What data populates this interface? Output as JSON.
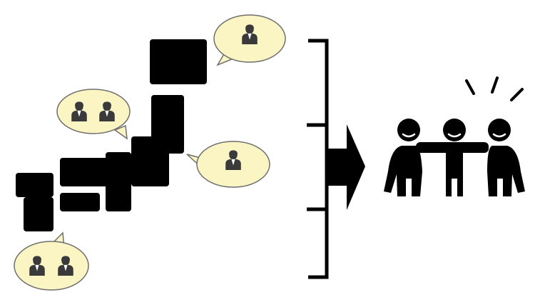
{
  "colors": {
    "background": "#ffffff",
    "map_fill": "#000000",
    "bubble_fill": "#fbf5c4",
    "bubble_stroke": "#6f6f6f",
    "person_icon": "#3a3a3a",
    "bracket": "#000000",
    "arrow": "#000000",
    "group": "#000000"
  },
  "icons": {
    "region_map": "japan-map-blocks",
    "person": "user-icon",
    "arrow": "right-arrow",
    "group": "cheering-group-icon",
    "bracket": "bracket-icon"
  },
  "bubbles": [
    {
      "id": "hokkaido",
      "person_count": 1
    },
    {
      "id": "kanto",
      "person_count": 1
    },
    {
      "id": "kinki",
      "person_count": 2
    },
    {
      "id": "kyushu",
      "person_count": 2
    }
  ],
  "group": {
    "person_count": 3
  }
}
